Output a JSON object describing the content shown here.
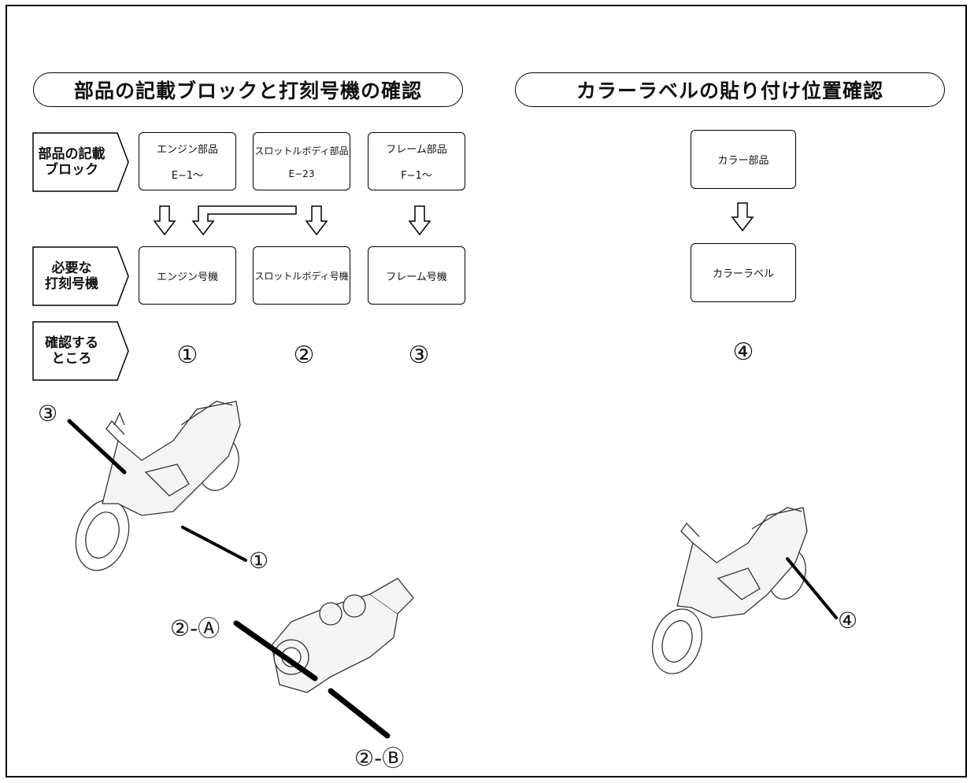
{
  "left_section": {
    "title": "部品の記載ブロックと打刻号機の確認",
    "row_labels": {
      "block": "部品の記載\nブロック",
      "stamp": "必要な\n打刻号機",
      "check": "確認する\nところ"
    },
    "block_boxes": [
      {
        "name": "エンジン部品",
        "code": "E−1〜"
      },
      {
        "name": "スロットルボディ部品",
        "code": "E−23"
      },
      {
        "name": "フレーム部品",
        "code": "F−1〜"
      }
    ],
    "stamp_boxes": [
      "エンジン号機",
      "スロットルボディ号機",
      "フレーム号機"
    ],
    "check_marks": [
      "①",
      "②",
      "③"
    ]
  },
  "right_section": {
    "title": "カラーラベルの貼り付け位置確認",
    "top_box": "カラー部品",
    "bottom_box": "カラーラベル",
    "check_mark": "④"
  },
  "callouts": {
    "bike_left_3": "③",
    "bike_left_1": "①",
    "throttle_a": "②-Ⓐ",
    "throttle_b": "②-Ⓑ",
    "bike_right_4": "④"
  }
}
